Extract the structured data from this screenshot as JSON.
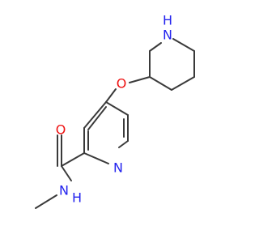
{
  "molecule": {
    "atoms": {
      "n_piperidine": "N",
      "h_piperidine": "H",
      "o_ether": "O",
      "o_carbonyl": "O",
      "n_pyridine": "N",
      "n_amide": "N",
      "h_amide": "H"
    }
  },
  "colors": {
    "bond": "#3a3a3a",
    "nitrogen": "#2222ee",
    "oxygen": "#ee1111"
  }
}
